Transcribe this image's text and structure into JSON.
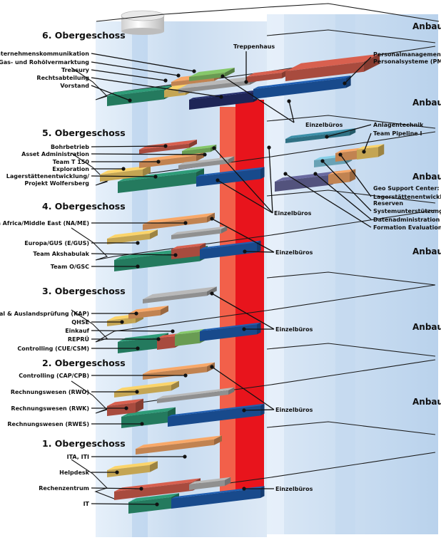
{
  "diagram": {
    "title": "Building floor plan – departments per floor",
    "annex_label": "Anbau",
    "stairwell_label": "Treppenhaus",
    "single_offices_label": "Einzelbüros",
    "colors": {
      "glass": "#cfe0f2",
      "glass_dark": "#a9c6e6",
      "stair_light": "#f2604a",
      "stair_dark": "#e8141c",
      "slab_outline": "#1a1a1a",
      "green": "#2e9c78",
      "blue": "#1f5fb4",
      "navy": "#27306e",
      "grey": "#b9b9b9",
      "orange": "#f8a868",
      "yellow": "#fbd46a",
      "red": "#d8604f",
      "lightgreen": "#86c86a",
      "violet": "#6a6aa0",
      "teal": "#3c8fa8",
      "lightblue": "#86d0e8"
    },
    "floors": [
      {
        "name": "6. Obergeschoss",
        "labels_left": [
          "Unternehmenskommunikation",
          "Gas- und Rohölvermarktung",
          "Treasury",
          "Rechtsabteilung",
          "Vorstand"
        ],
        "labels_right": [
          "Personalmanagement/",
          "Personalsysteme (PM/PS)"
        ],
        "top_label": "Treppenhaus",
        "offices_label": "Einzelbüros"
      },
      {
        "name": "5. Obergeschoss",
        "labels_left": [
          "Bohrbetrieb",
          "Asset Administration",
          "Team T 150",
          "Exploration",
          "Lagerstättenentwicklung/",
          "Projekt Wolfersberg"
        ],
        "labels_right_top": [
          "Anlagentechnik",
          "Team Pipeline I"
        ],
        "labels_right_bottom": [
          "Geo Support Center:",
          "Lagerstättenentwicklung/",
          "Reserven",
          "Systemunterstützung",
          "Datenadministration",
          "Formation Evaluation"
        ],
        "offices_label": "Einzelbüros"
      },
      {
        "name": "4. Obergeschoss",
        "labels_left": [
          "North Africa/Middle East (NA/ME)",
          "Europa/GUS (E/GUS)",
          "Team Akshabulak",
          "Team O/GSC"
        ],
        "offices_label": "Einzelbüros"
      },
      {
        "name": "3. Obergeschoss",
        "labels_left": [
          "Konsortial & Auslandsprüfung (KAP)",
          "QHSE",
          "Einkauf",
          "REPRÜ",
          "Controlling (CUE/CSM)"
        ],
        "offices_label": "Einzelbüros"
      },
      {
        "name": "2. Obergeschoss",
        "labels_left": [
          "Controlling (CAP/CPB)",
          "Rechnungswesen (RWO)",
          "Rechnungswesen (RWK)",
          "Rechnungswesen (RWES)"
        ],
        "offices_label": "Einzelbüros"
      },
      {
        "name": "1. Obergeschoss",
        "labels_left": [
          "ITA, ITI",
          "Helpdesk",
          "Rechenzentrum",
          "IT"
        ],
        "offices_label": "Einzelbüros"
      }
    ]
  }
}
